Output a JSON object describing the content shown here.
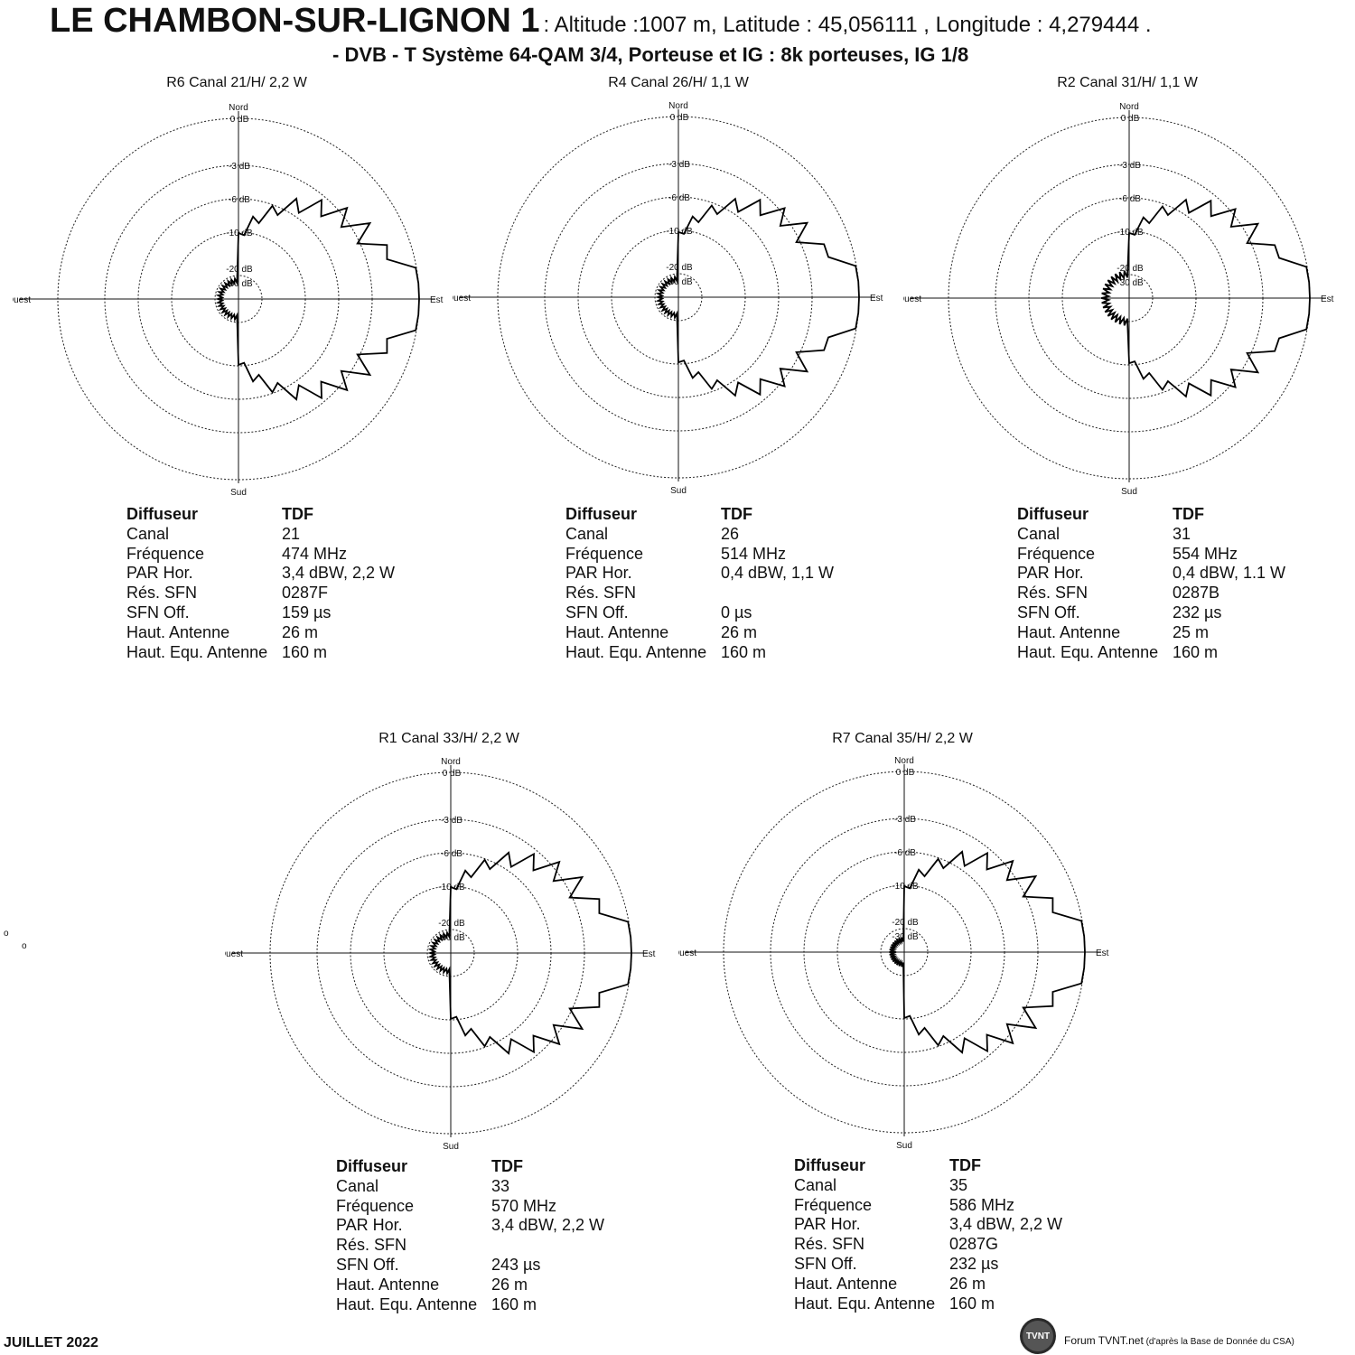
{
  "header": {
    "station": "LE CHAMBON-SUR-LIGNON 1",
    "coords": ": Altitude :1007 m,  Latitude : 45,056111 ,  Longitude : 4,279444 .",
    "subtitle": "- DVB - T    Système 64-QAM 3/4,  Porteuse et IG : 8k porteuses, IG 1/8"
  },
  "stray_marks": [
    "o",
    "o"
  ],
  "axis_labels": {
    "north": "Nord",
    "south": "Sud",
    "east": "Est",
    "west": "Ouest"
  },
  "ring_labels": [
    "0 dB",
    "-3 dB",
    "-6 dB",
    "-10 dB",
    "-20 dB",
    "-30 dB"
  ],
  "info_keys": {
    "diffuseur": "Diffuseur",
    "canal": "Canal",
    "frequence": "Fréquence",
    "par": "PAR Hor.",
    "res_sfn": "Rés. SFN",
    "sfn_off": "SFN Off.",
    "haut_antenne": "Haut. Antenne",
    "haut_equ": "Haut. Equ. Antenne"
  },
  "transmitters": [
    {
      "title": "R6   Canal 21/H/  2,2  W",
      "diffuseur": "TDF",
      "canal": "21",
      "frequence": "474 MHz",
      "par": "3,4 dBW, 2,2 W",
      "res_sfn": "0287F",
      "sfn_off": "159 µs",
      "haut_antenne": "26 m",
      "haut_equ": "160 m",
      "pattern": {
        "main_db": 0,
        "lobe_db": -1.2,
        "wiggle": 1.6,
        "back_db": -22
      }
    },
    {
      "title": "R4   Canal 26/H/  1,1  W",
      "diffuseur": "TDF",
      "canal": "26",
      "frequence": "514 MHz",
      "par": "0,4 dBW, 1,1 W",
      "res_sfn": "",
      "sfn_off": "0 µs",
      "haut_antenne": "26 m",
      "haut_equ": "160 m",
      "pattern": {
        "main_db": 0,
        "lobe_db": -1.4,
        "wiggle": 1.5,
        "back_db": -22
      }
    },
    {
      "title": "R2   Canal 31/H/  1,1  W",
      "diffuseur": "TDF",
      "canal": "31",
      "frequence": "554 MHz",
      "par": "0,4 dBW, 1.1 W",
      "res_sfn": "0287B",
      "sfn_off": "232 µs",
      "haut_antenne": "25 m",
      "haut_equ": "160 m",
      "pattern": {
        "main_db": 0,
        "lobe_db": -1.4,
        "wiggle": 1.5,
        "back_db": -19
      }
    },
    {
      "title": "R1   Canal 33/H/  2,2  W",
      "diffuseur": "TDF",
      "canal": "33",
      "frequence": "570 MHz",
      "par": "3,4 dBW, 2,2 W",
      "res_sfn": "",
      "sfn_off": "243 µs",
      "haut_antenne": "26 m",
      "haut_equ": "160 m",
      "pattern": {
        "main_db": 0,
        "lobe_db": -1.2,
        "wiggle": 1.6,
        "back_db": -22
      }
    },
    {
      "title": "R7   Canal 35/H/  2,2  W",
      "diffuseur": "TDF",
      "canal": "35",
      "frequence": "586 MHz",
      "par": "3,4 dBW, 2,2 W",
      "res_sfn": "0287G",
      "sfn_off": "232 µs",
      "haut_antenne": "26 m",
      "haut_equ": "160 m",
      "pattern": {
        "main_db": 0,
        "lobe_db": -1.2,
        "wiggle": 1.6,
        "back_db": -26
      }
    }
  ],
  "footer": {
    "date": "JUILLET 2022",
    "logo_text": "TVNT",
    "credit": "Forum TVNT.net",
    "credit_small": " (d'après la Base de Donnée du CSA)"
  }
}
